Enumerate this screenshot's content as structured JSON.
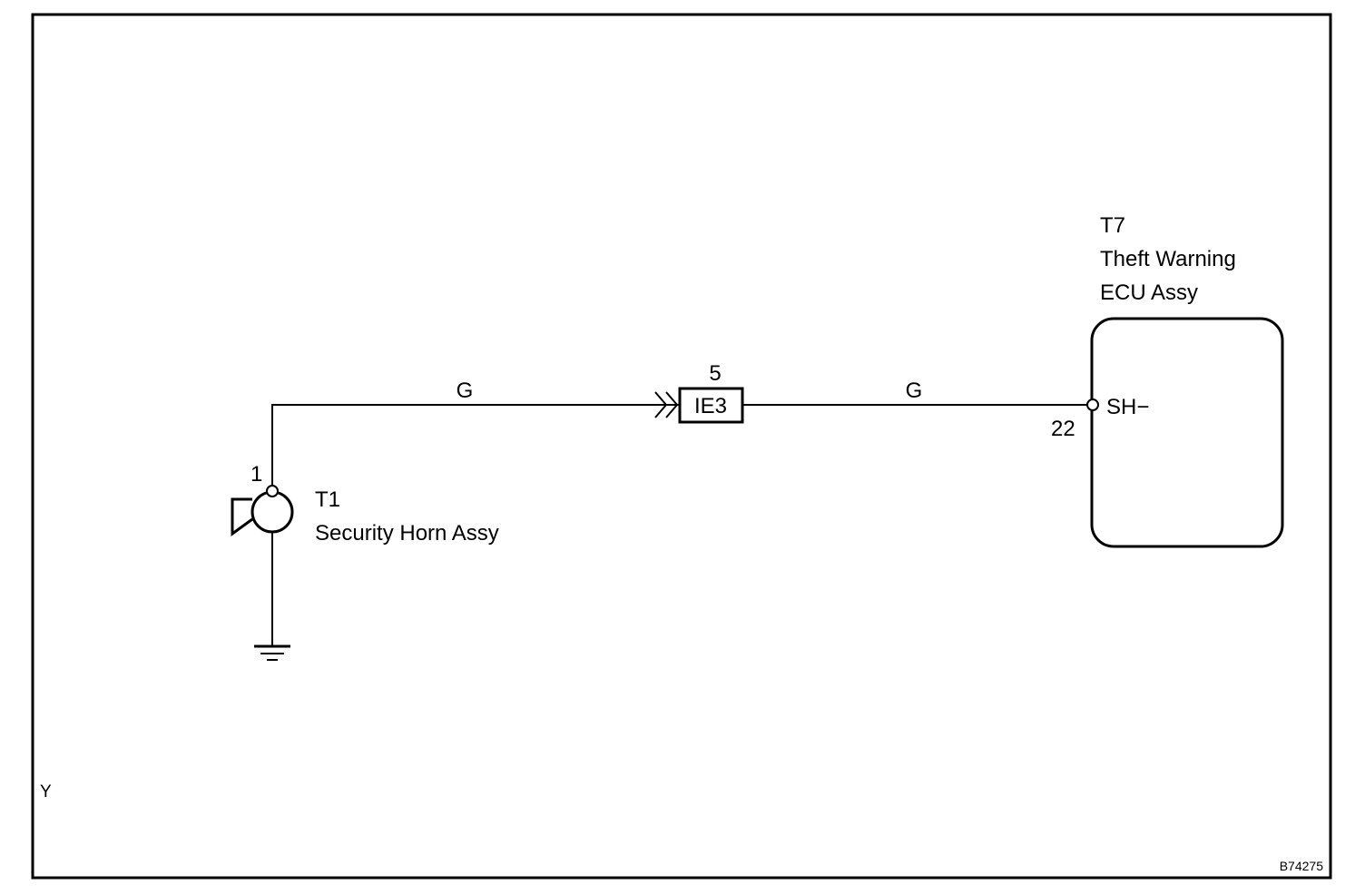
{
  "components": {
    "horn": {
      "code": "T1",
      "name": "Security Horn Assy",
      "pin": "1"
    },
    "ecu": {
      "code": "T7",
      "name_line1": "Theft Warning",
      "name_line2": "ECU Assy",
      "pin": "22",
      "terminal": "SH−"
    },
    "connector": {
      "code": "IE3",
      "pin": "5"
    }
  },
  "wires": {
    "left_color": "G",
    "right_color": "G"
  },
  "corner": {
    "left_mark": "Y",
    "ref_code": "B74275"
  }
}
